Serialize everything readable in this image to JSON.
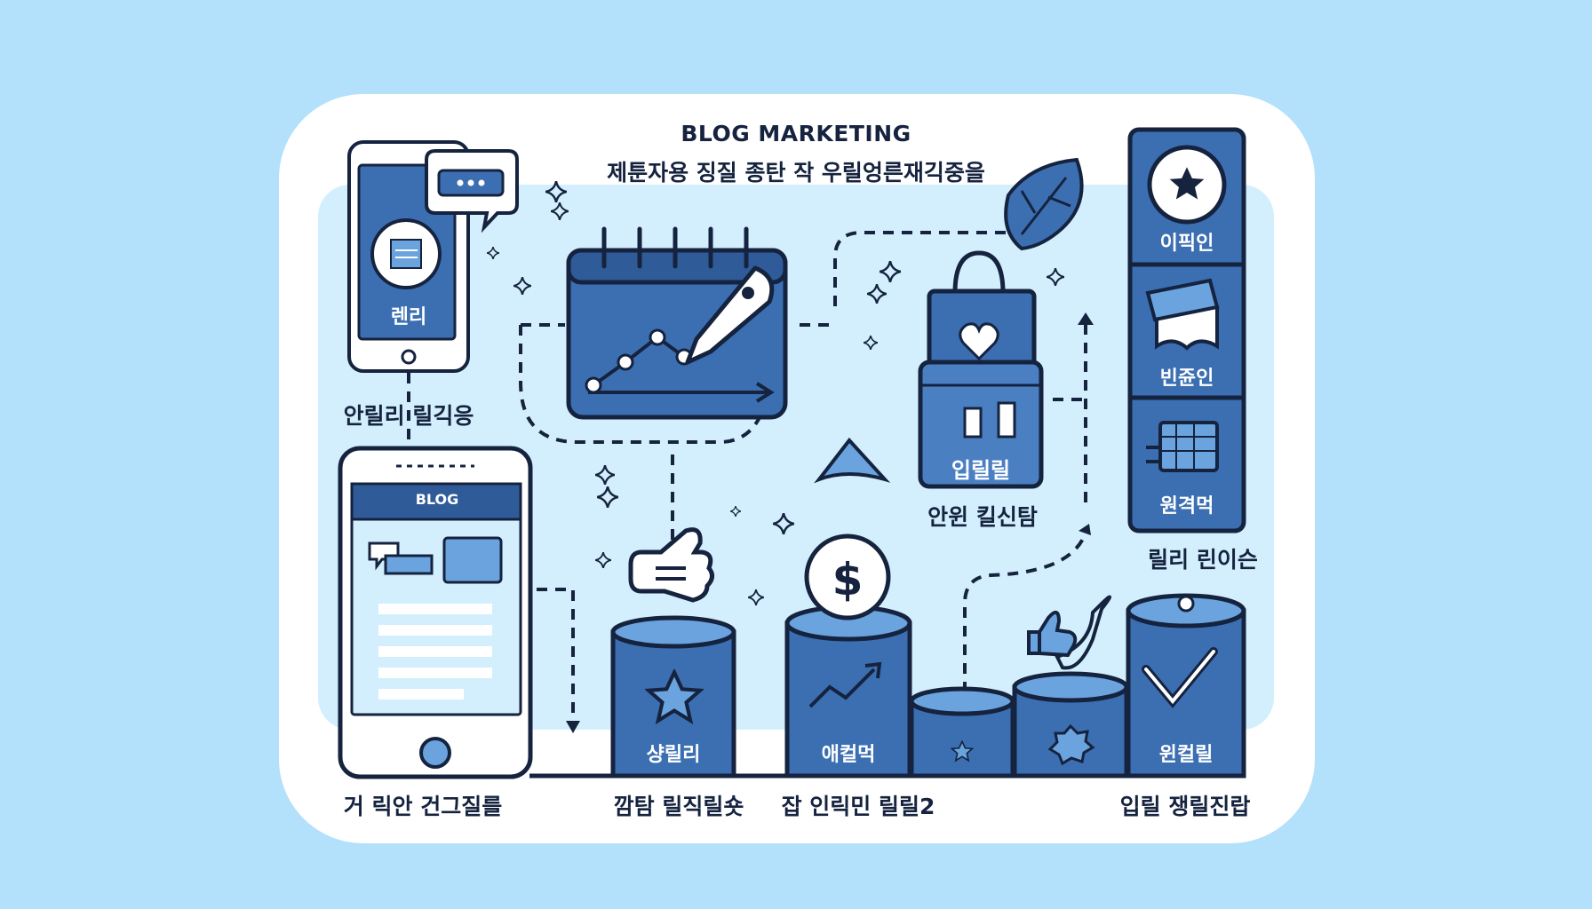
{
  "header": {
    "title": "BLOG MARKETING",
    "subtitle": "제툰자용 징질 종탄 작 우릴엉른재긱중을"
  },
  "phone_top": {
    "label": "렌리"
  },
  "tablet": {
    "header": "BLOG"
  },
  "side_labels": {
    "phone_caption": "안릴리 릴긱응",
    "bag_caption": "안윈 킬신탐",
    "right_caption": "릴리 린이슨"
  },
  "shopping_bag": {
    "label": "입릴릴"
  },
  "right_column": {
    "items": [
      {
        "label": "이픽인",
        "icon": "star-icon"
      },
      {
        "label": "빈쥰인",
        "icon": "envelope-icon"
      },
      {
        "label": "원격먹",
        "icon": "keyboard-icon"
      }
    ]
  },
  "pedestals": [
    {
      "label": "샹릴리",
      "icon": "star-icon"
    },
    {
      "label": "애컬먹",
      "icon": "trend-chart-icon"
    },
    {
      "label": "",
      "icon": "small-star-icon"
    },
    {
      "label": "",
      "icon": "badge-icon"
    },
    {
      "label": "윈컬릴",
      "icon": "checkmark-icon"
    }
  ],
  "bottom_labels": [
    "거 릭안 건그질를",
    "깜탐 릴직릴숏",
    "잡 인릭민 릴릴2",
    "입릴 쟁릴진랍"
  ],
  "colors": {
    "background": "#b3e1fb",
    "card": "#ffffff",
    "inner_panel": "#d3effd",
    "primary_blue": "#3b6fb2",
    "light_blue": "#6aa3dd",
    "navy_outline": "#15233f"
  }
}
